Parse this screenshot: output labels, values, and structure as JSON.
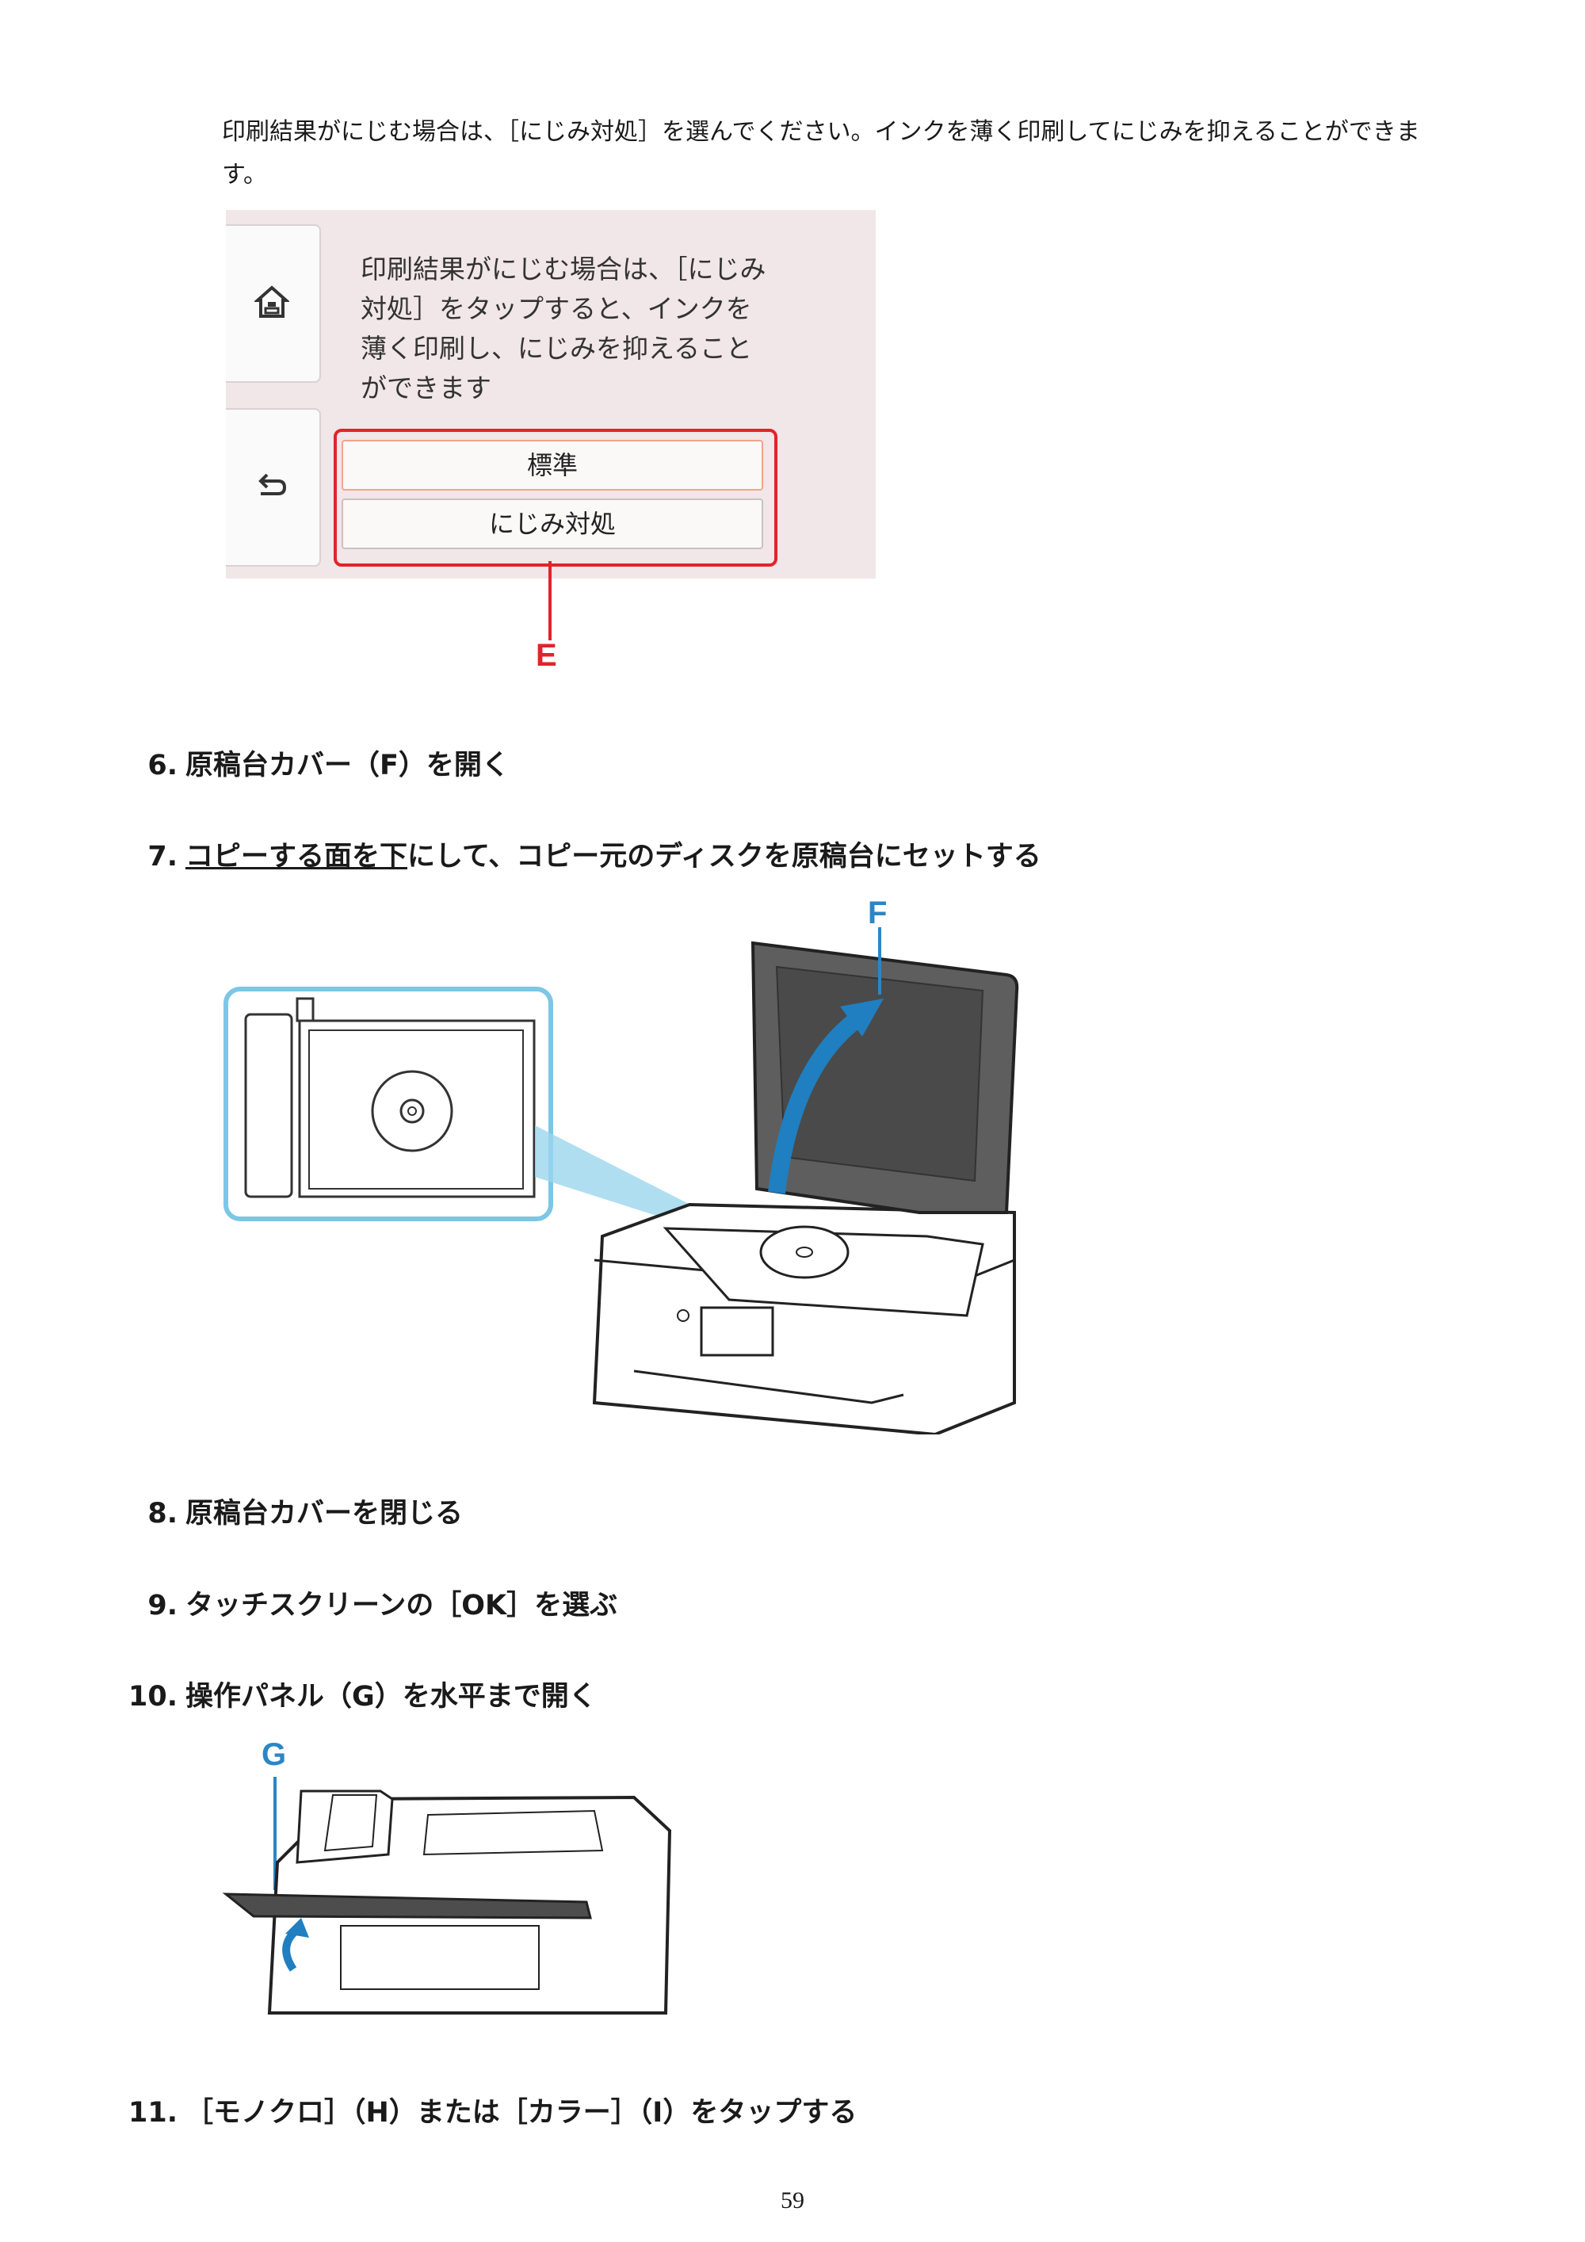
{
  "intro_text": "印刷結果がにじむ場合は、［にじみ対処］を選んでください。インクを薄く印刷してにじみを抑えることができます。",
  "screen": {
    "message": "印刷結果がにじむ場合は、［にじみ対処］をタップすると、インクを薄く印刷し、にじみを抑えることができます",
    "option_standard": "標準",
    "option_nijimi": "にじみ対処",
    "callout": "E"
  },
  "steps": [
    {
      "num": "6.",
      "text": "原稿台カバー（F）を開く"
    },
    {
      "num": "7.",
      "text_underlined": "コピーする面を下",
      "text_rest": "にして、コピー元のディスクを原稿台にセットする"
    },
    {
      "num": "8.",
      "text": "原稿台カバーを閉じる"
    },
    {
      "num": "9.",
      "text": "タッチスクリーンの［OK］を選ぶ"
    },
    {
      "num": "10.",
      "text": "操作パネル（G）を水平まで開く"
    },
    {
      "num": "11.",
      "text": "［モノクロ］（H）または［カラー］（I）をタップする"
    }
  ],
  "figure_f_label": "F",
  "figure_g_label": "G",
  "page_number": "59"
}
